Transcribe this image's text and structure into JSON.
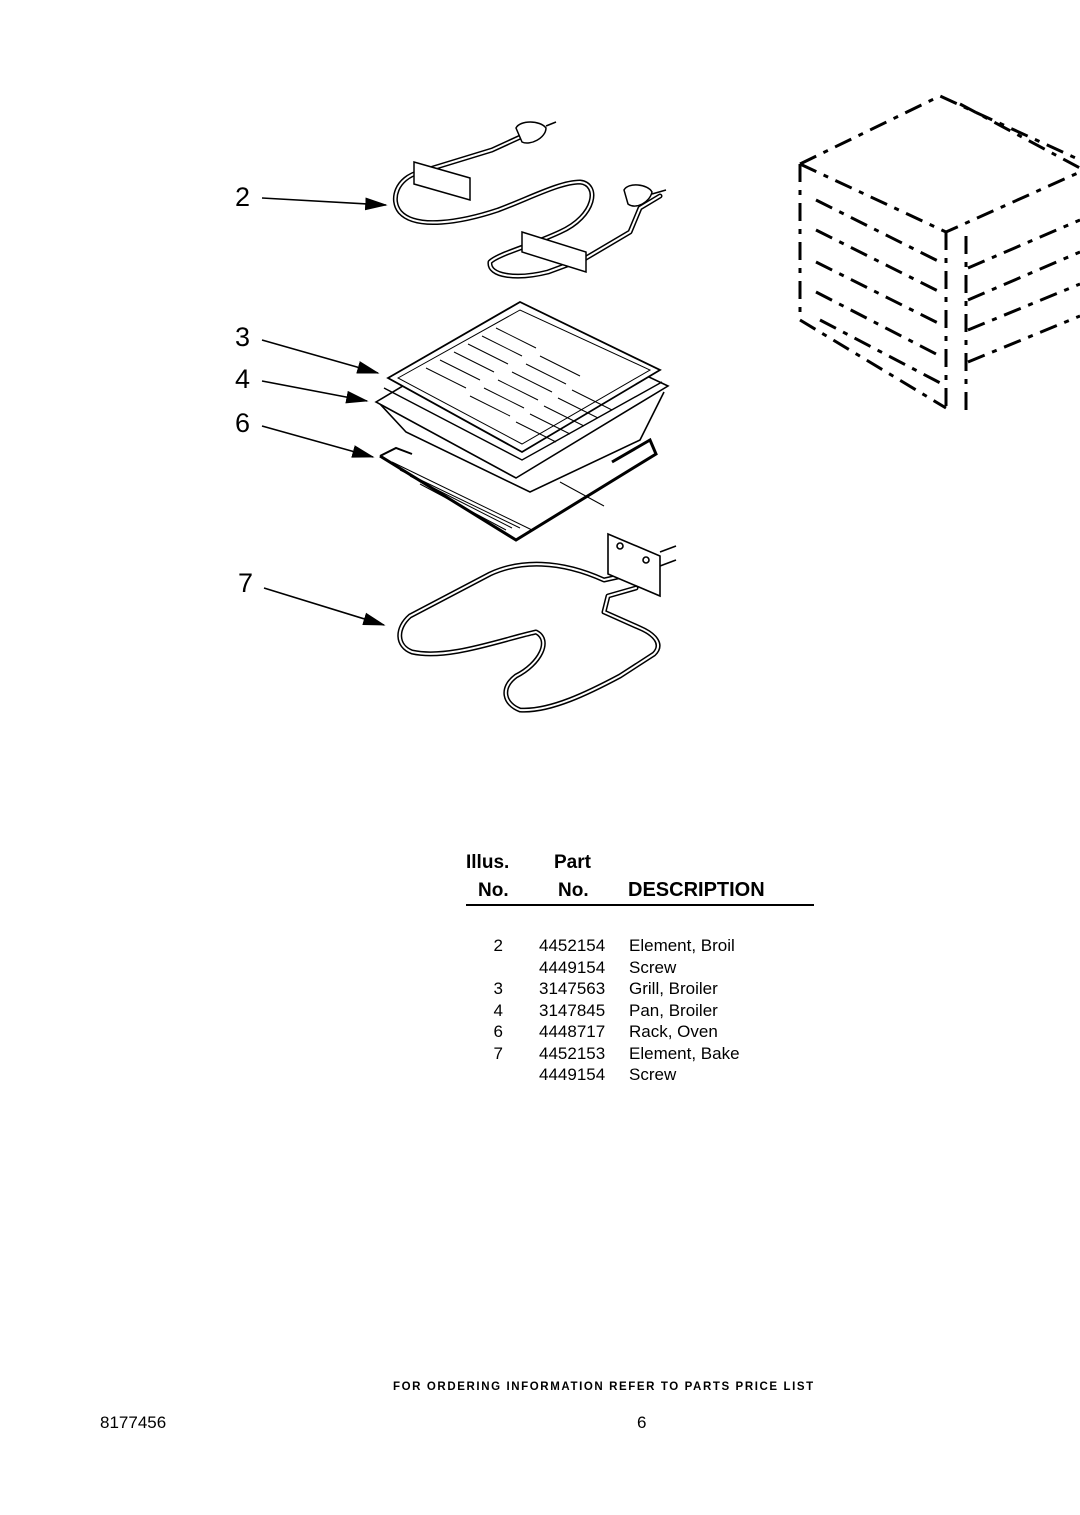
{
  "diagram": {
    "callouts": [
      "2",
      "3",
      "4",
      "6",
      "7"
    ]
  },
  "table": {
    "headers": {
      "illus_top": "Illus.",
      "illus_bottom": "No.",
      "part_top": "Part",
      "part_bottom": "No.",
      "description": "DESCRIPTION"
    },
    "rows": [
      {
        "illus": "2",
        "part": "4452154",
        "description": "Element, Broil"
      },
      {
        "illus": "",
        "part": "4449154",
        "description": "Screw"
      },
      {
        "illus": "3",
        "part": "3147563",
        "description": "Grill, Broiler"
      },
      {
        "illus": "4",
        "part": "3147845",
        "description": "Pan, Broiler"
      },
      {
        "illus": "6",
        "part": "4448717",
        "description": "Rack, Oven"
      },
      {
        "illus": "7",
        "part": "4452153",
        "description": "Element, Bake"
      },
      {
        "illus": "",
        "part": "4449154",
        "description": "Screw"
      }
    ]
  },
  "footer": {
    "ordering_note": "FOR ORDERING INFORMATION REFER TO PARTS PRICE LIST",
    "document_number": "8177456",
    "page_number": "6"
  }
}
